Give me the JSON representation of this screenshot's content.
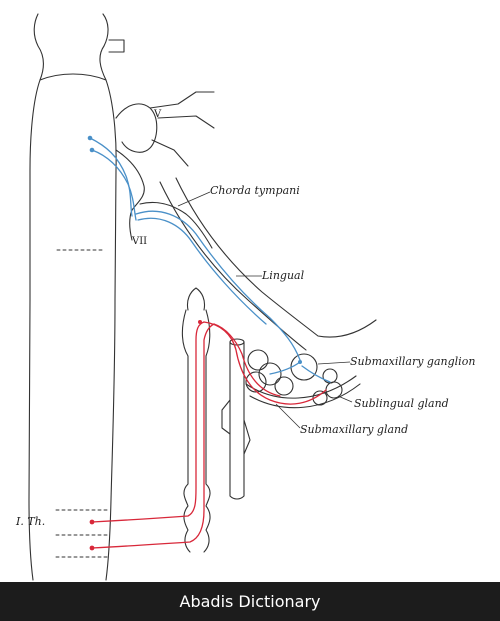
{
  "labels": {
    "nerve_v": "V",
    "nerve_vii": "VII",
    "chorda_tympani": "Chorda tympani",
    "lingual": "Lingual",
    "submaxillary_ganglion": "Submaxillary ganglion",
    "sublingual_gland": "Sublingual gland",
    "submaxillary_gland": "Submaxillary gland",
    "i_th": "I. Th."
  },
  "footer": {
    "text": "Abadis Dictionary"
  },
  "colors": {
    "outline": "#333333",
    "parasympathetic_fibers": "#4a90c8",
    "sympathetic_fibers": "#d8283a",
    "footer_bg": "#1c1c1c",
    "footer_text": "#ffffff"
  }
}
